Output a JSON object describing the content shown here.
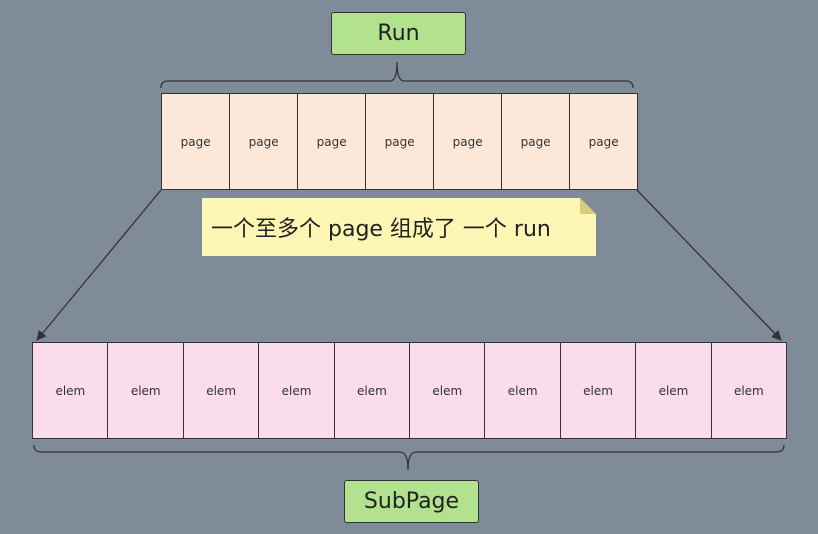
{
  "run_label": "Run",
  "subpage_label": "SubPage",
  "note_text": "一个至多个 page 组成了 一个 run",
  "pages": [
    "page",
    "page",
    "page",
    "page",
    "page",
    "page",
    "page"
  ],
  "elems": [
    "elem",
    "elem",
    "elem",
    "elem",
    "elem",
    "elem",
    "elem",
    "elem",
    "elem",
    "elem"
  ],
  "colors": {
    "background": "#808b9a",
    "label_fill": "#b3e28e",
    "page_fill": "#fce8d8",
    "elem_fill": "#fadcec",
    "note_fill": "#fef6b4",
    "stroke": "#333333"
  }
}
